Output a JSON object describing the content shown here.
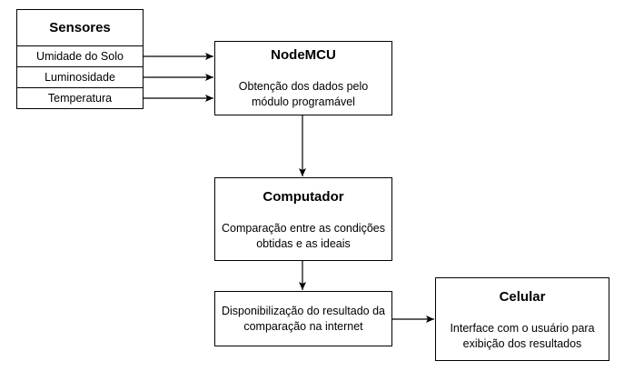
{
  "sensors": {
    "title": "Sensores",
    "items": [
      {
        "label": "Umidade do Solo"
      },
      {
        "label": "Luminosidade"
      },
      {
        "label": "Temperatura"
      }
    ]
  },
  "nodemcu": {
    "title": "NodeMCU",
    "description": "Obtenção dos dados pelo módulo programável"
  },
  "computer": {
    "title": "Computador",
    "description": "Comparação entre as condições obtidas e as ideais"
  },
  "availability": {
    "description": "Disponibilização do resultado da comparação na internet"
  },
  "phone": {
    "title": "Celular",
    "description": "Interface com o usuário para exibição dos resultados"
  }
}
